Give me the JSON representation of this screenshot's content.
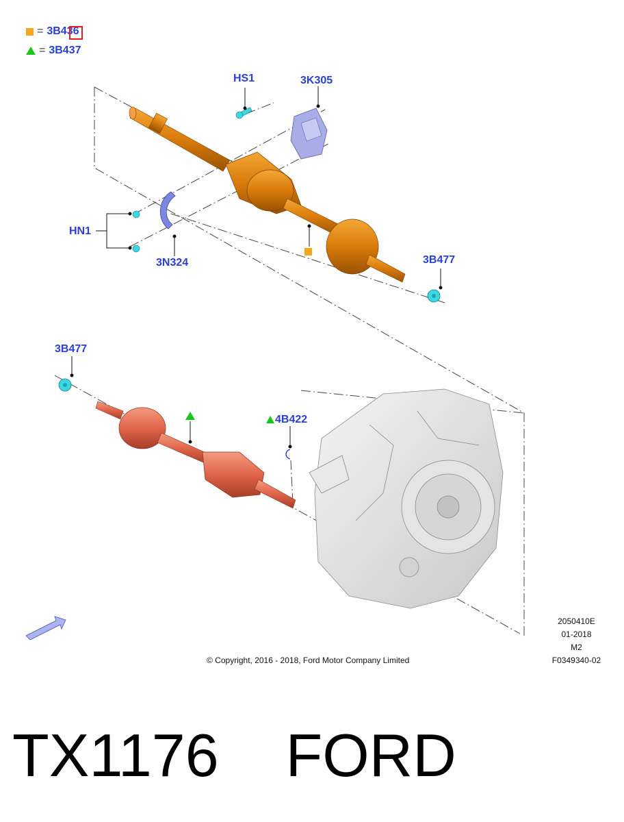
{
  "legend": {
    "square_symbol_part": "3B436",
    "triangle_symbol_part": "3B437",
    "equals": "="
  },
  "labels": {
    "hs1": "HS1",
    "k305": "3K305",
    "hn1": "HN1",
    "n324": "3N324",
    "b477_upper": "3B477",
    "b477_lower": "3B477",
    "b422": "4B422"
  },
  "footer": {
    "code": "2050410E",
    "date": "01-2018",
    "model": "M2",
    "figure_id": "F0349340-02",
    "copyright": "© Copyright, 2016 - 2018, Ford Motor Company Limited"
  },
  "caption": "TX1176    FORD",
  "colors": {
    "label_blue": "#2a3fd6",
    "legend_square": "#f5a623",
    "legend_triangle": "#19c719",
    "upper_shaft": "#d97b0a",
    "lower_shaft": "#e0654a",
    "bracket": "#9aa0e6",
    "nut": "#3ed6e0"
  }
}
